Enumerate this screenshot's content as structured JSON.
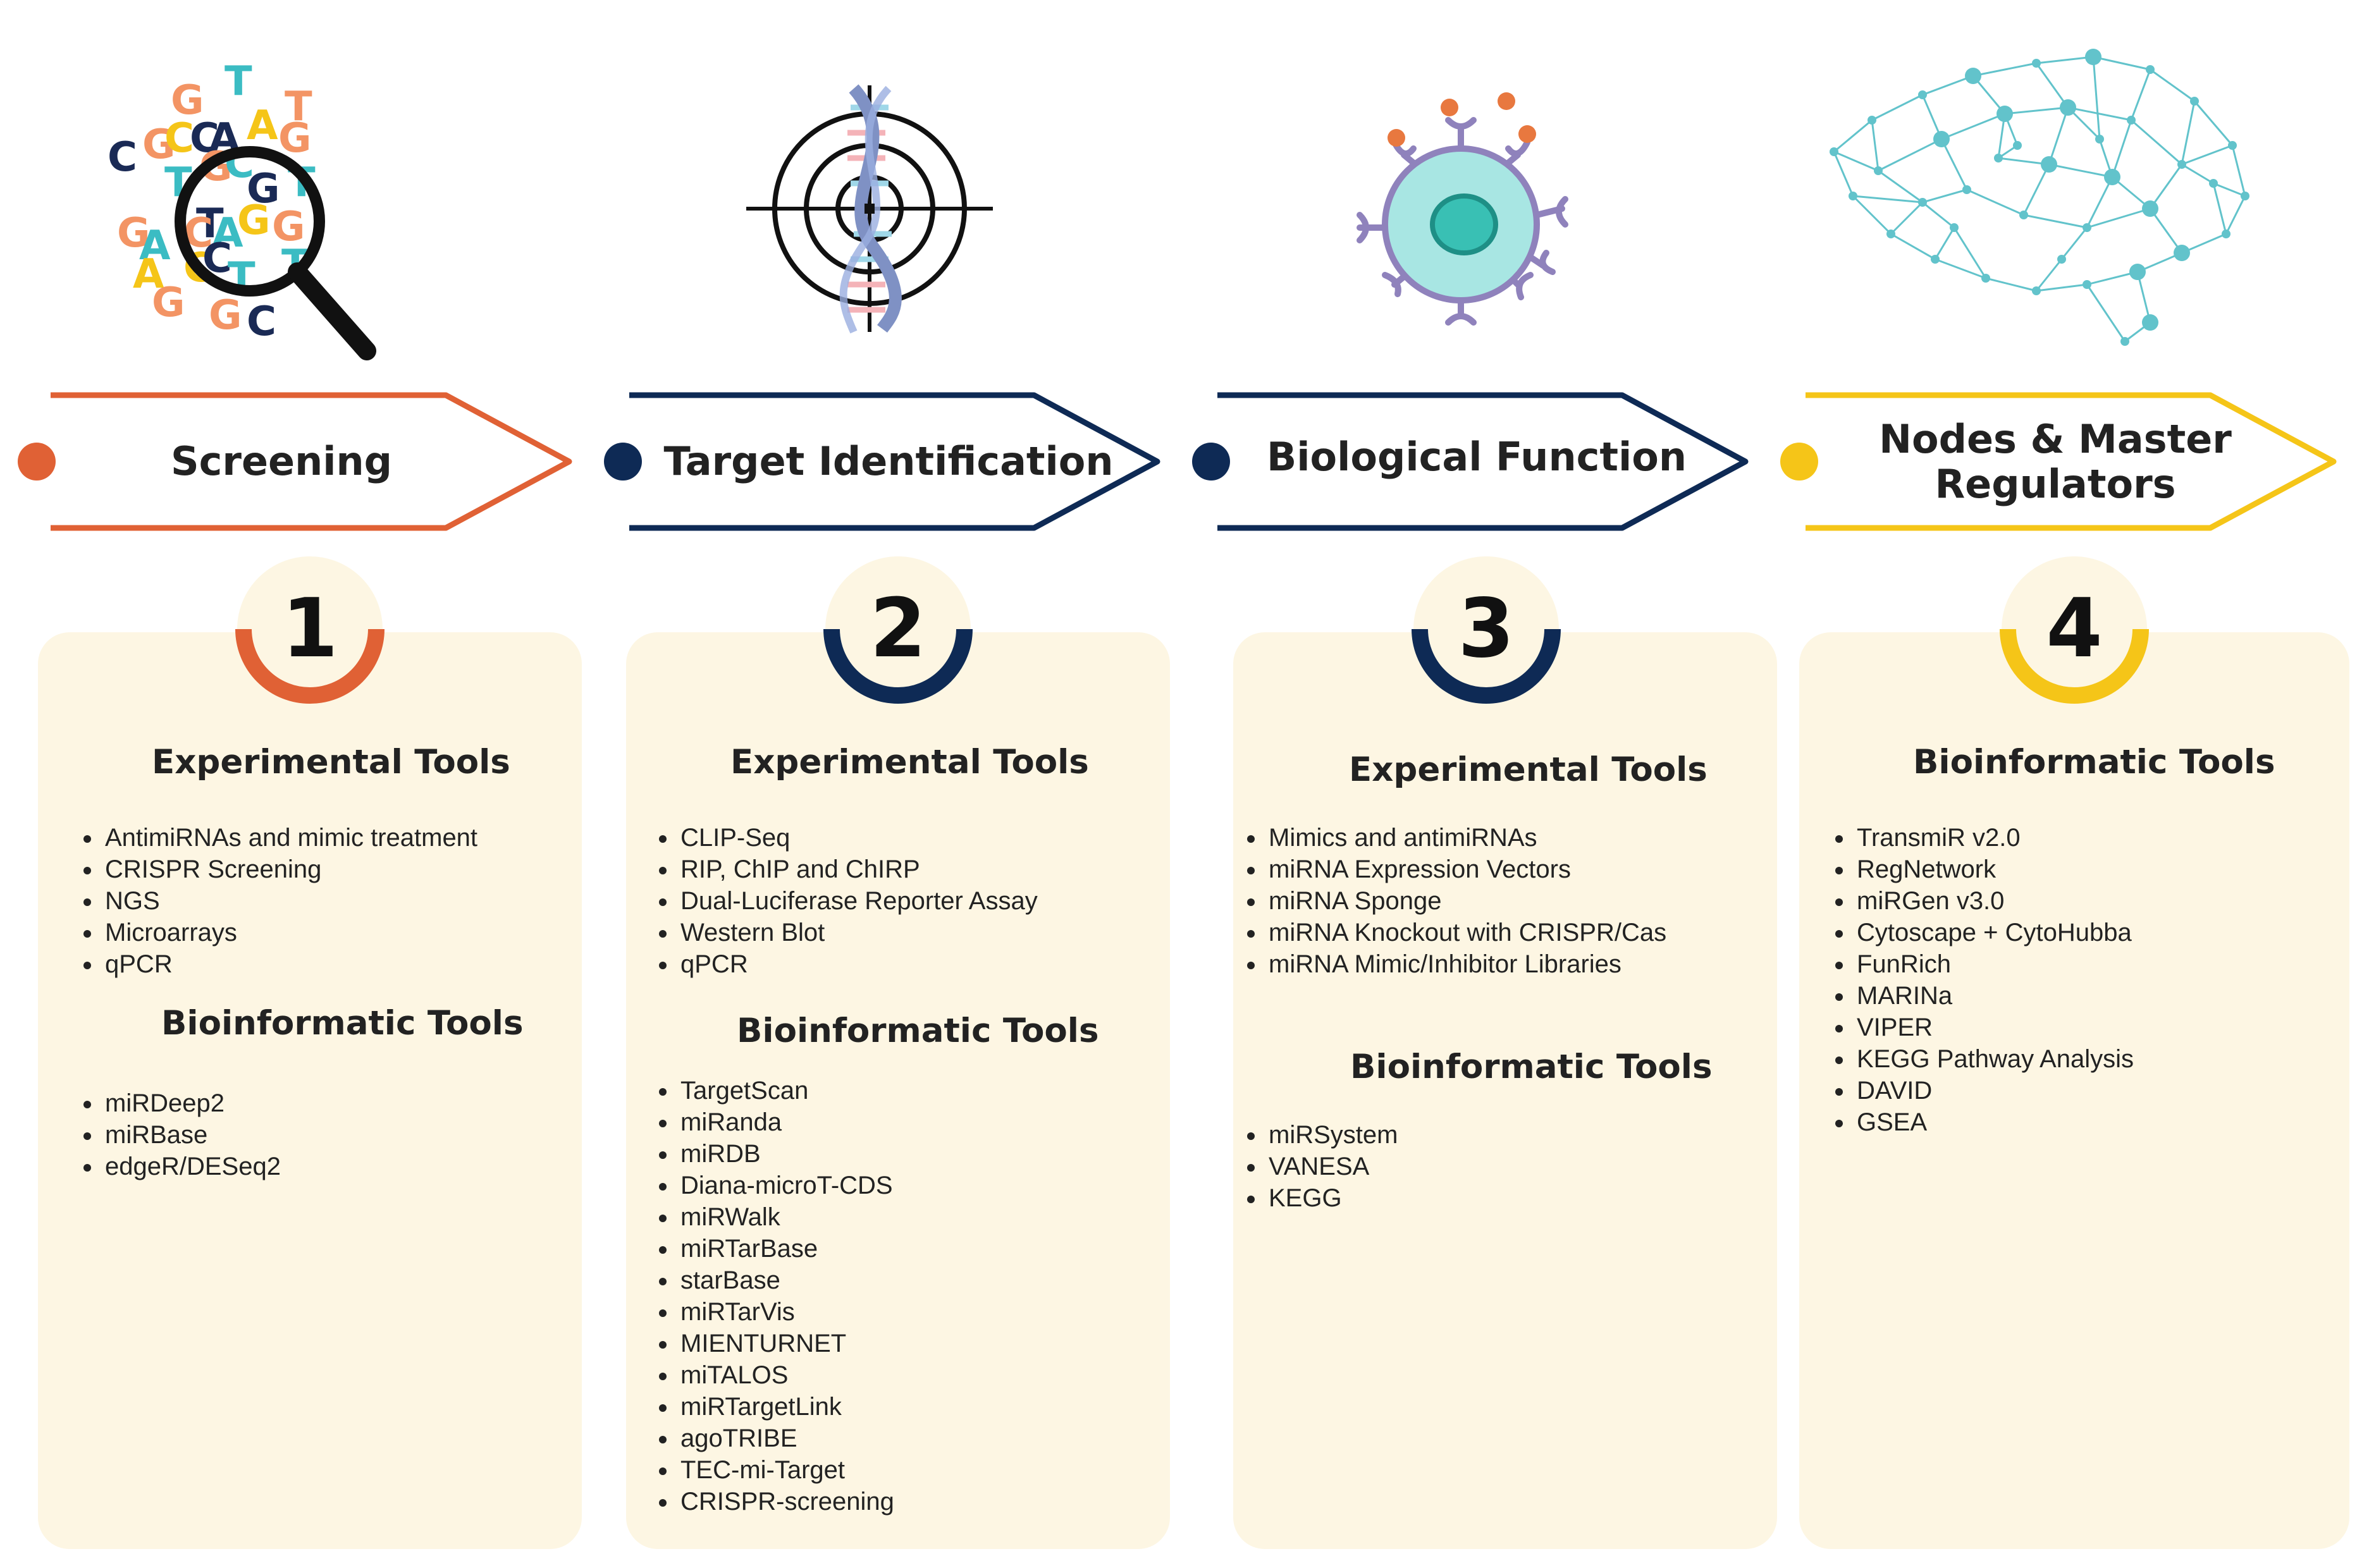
{
  "colors": {
    "stage1": "#e06135",
    "stage2": "#0e2a55",
    "stage3": "#0e2a55",
    "stage4": "#f5c518",
    "card_background": "#fdf6e3",
    "teal": "#62c3cb"
  },
  "dna_letters": [
    "G",
    "T",
    "G",
    "C",
    "A",
    "T",
    "C",
    "A",
    "G",
    "C",
    "G",
    "T",
    "G",
    "C",
    "T",
    "G",
    "T",
    "C",
    "G",
    "A",
    "G",
    "C",
    "A",
    "T",
    "C",
    "A",
    "T",
    "G",
    "G",
    "C"
  ],
  "stages": [
    {
      "number": "1",
      "label": "Screening",
      "icon": "dna-letters-magnifier-icon",
      "sections": [
        {
          "title": "Experimental Tools",
          "items": [
            "AntimiRNAs and mimic treatment",
            "CRISPR Screening",
            "NGS",
            "Microarrays",
            "qPCR"
          ]
        },
        {
          "title": "Bioinformatic Tools",
          "items": [
            "miRDeep2",
            "miRBase",
            "edgeR/DESeq2"
          ]
        }
      ]
    },
    {
      "number": "2",
      "label": "Target Identification",
      "icon": "dna-target-crosshair-icon",
      "sections": [
        {
          "title": "Experimental Tools",
          "items": [
            "CLIP-Seq",
            "RIP, ChIP and ChIRP",
            "Dual-Luciferase Reporter Assay",
            "Western Blot",
            "qPCR"
          ]
        },
        {
          "title": "Bioinformatic Tools",
          "items": [
            "TargetScan",
            "miRanda",
            "miRDB",
            "Diana-microT-CDS",
            "miRWalk",
            "miRTarBase",
            "starBase",
            "miRTarVis",
            "MIENTURNET",
            "miTALOS",
            "miRTargetLink",
            "agoTRIBE",
            "TEC-mi-Target",
            "CRISPR-screening"
          ]
        }
      ]
    },
    {
      "number": "3",
      "label": "Biological Function",
      "icon": "cell-receptor-icon",
      "sections": [
        {
          "title": "Experimental Tools",
          "items": [
            "Mimics and antimiRNAs",
            "miRNA Expression Vectors",
            "miRNA Sponge",
            "miRNA Knockout with CRISPR/Cas",
            "miRNA Mimic/Inhibitor Libraries"
          ]
        },
        {
          "title": "Bioinformatic Tools",
          "items": [
            "miRSystem",
            "VANESA",
            "KEGG"
          ]
        }
      ]
    },
    {
      "number": "4",
      "label": "Nodes & Master Regulators",
      "icon": "network-brain-icon",
      "sections": [
        {
          "title": "Bioinformatic Tools",
          "items": [
            "TransmiR v2.0",
            "RegNetwork",
            "miRGen v3.0",
            "Cytoscape + CytoHubba",
            "FunRich",
            "MARINa",
            "VIPER",
            "KEGG Pathway Analysis",
            "DAVID",
            "GSEA"
          ]
        }
      ]
    }
  ]
}
